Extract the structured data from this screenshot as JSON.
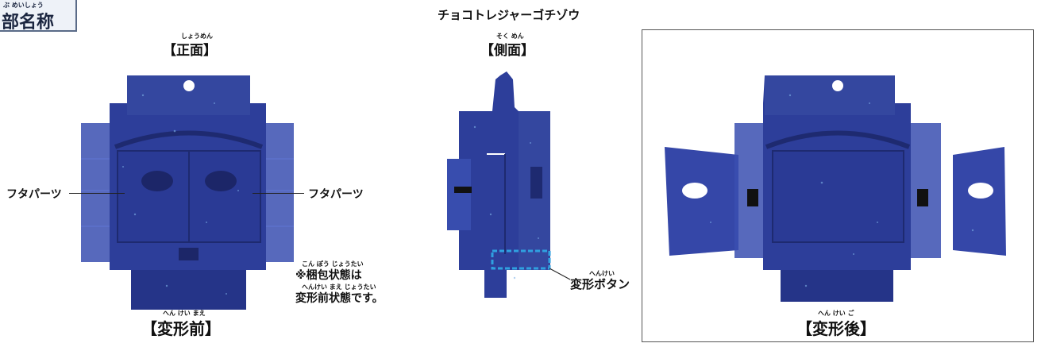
{
  "header": {
    "title_partial": "部名称",
    "title_ruby": "ぶ めいしょう"
  },
  "product_name": "チョコトレジャーゴチゾウ",
  "front_view": {
    "label": "【正面】",
    "label_ruby": "しょうめん",
    "left_part": "フタパーツ",
    "right_part": "フタパーツ",
    "caption": "【変形前】",
    "caption_ruby": "へん けい まえ"
  },
  "packaging_note": {
    "line1": "※梱包状態は",
    "line1_ruby": "こん ぽう じょうたい",
    "line2": "変形前状態です。",
    "line2_ruby": "へんけい まえ じょうたい"
  },
  "side_view": {
    "label": "【側面】",
    "label_ruby": "そく めん",
    "button_label": "変形ボタン",
    "button_ruby": "へんけい"
  },
  "after_view": {
    "caption": "【変形後】",
    "caption_ruby": "へん けい ご"
  },
  "colors": {
    "toy_blue": "#2d3e9a",
    "toy_light": "#3f55b8",
    "toy_dark": "#1e2a70",
    "highlight_dash": "#2fa0e0"
  }
}
